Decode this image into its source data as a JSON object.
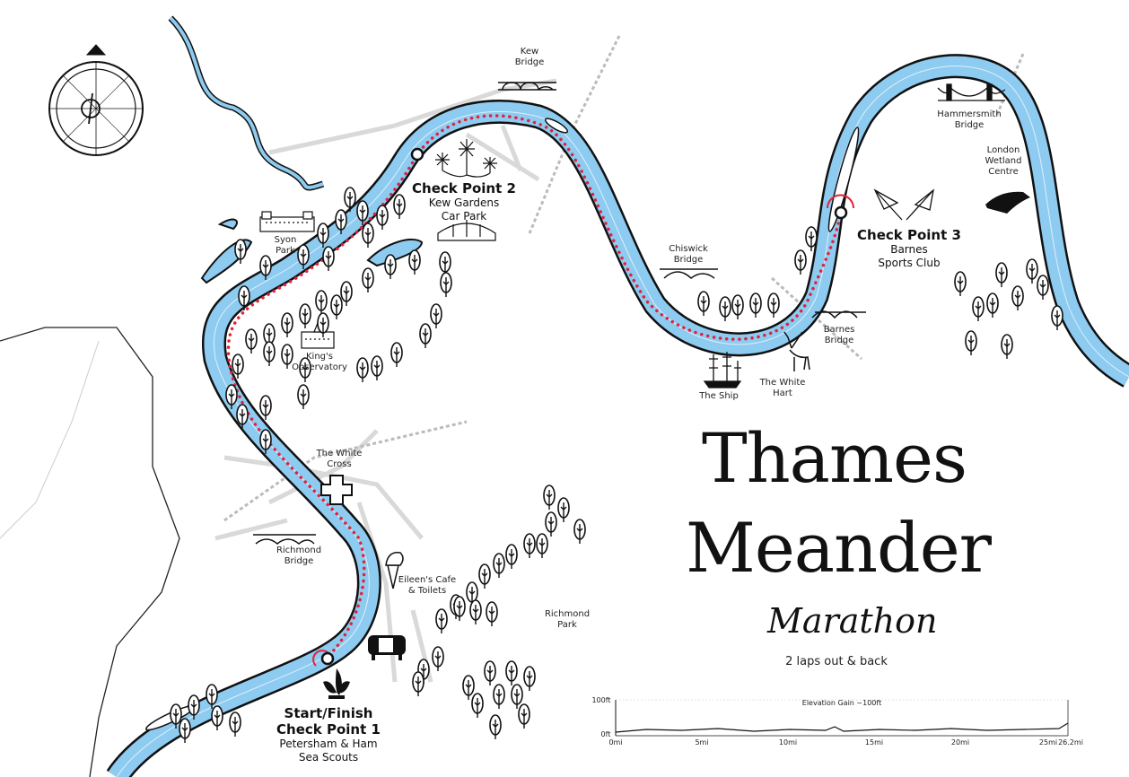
{
  "title": {
    "line1": "Thames",
    "line2": "Meander",
    "line3": "Marathon",
    "subtitle": "2 laps out & back"
  },
  "checkpoints": {
    "cp1": {
      "title_a": "Start/Finish",
      "title_b": "Check Point 1",
      "place_a": "Petersham & Ham",
      "place_b": "Sea Scouts"
    },
    "cp2": {
      "title": "Check Point 2",
      "place_a": "Kew Gardens",
      "place_b": "Car Park"
    },
    "cp3": {
      "title": "Check Point 3",
      "place_a": "Barnes",
      "place_b": "Sports Club"
    }
  },
  "places": {
    "kew_bridge": [
      "Kew",
      "Bridge"
    ],
    "syon_park": [
      "Syon",
      "Park"
    ],
    "kings_observatory": [
      "King's",
      "Observatory"
    ],
    "chiswick_bridge": [
      "Chiswick",
      "Bridge"
    ],
    "hammersmith_bridge": [
      "Hammersmith",
      "Bridge"
    ],
    "london_wetland": [
      "London",
      "Wetland",
      "Centre"
    ],
    "barnes_bridge": [
      "Barnes",
      "Bridge"
    ],
    "the_ship": "The Ship",
    "the_white_hart": [
      "The White",
      "Hart"
    ],
    "the_white_cross": [
      "The White",
      "Cross"
    ],
    "richmond_bridge": [
      "Richmond",
      "Bridge"
    ],
    "eileens_cafe": [
      "Eileen's Cafe",
      "& Toilets"
    ],
    "richmond_park": [
      "Richmond",
      "Park"
    ]
  },
  "elevation": {
    "caption": "Elevation Gain ~100ft",
    "y_ticks": [
      "100ft",
      "0ft"
    ],
    "x_ticks": [
      "0mi",
      "5mi",
      "10mi",
      "15mi",
      "20mi",
      "25mi",
      "26.2mi"
    ]
  },
  "colors": {
    "river": "#8ecbf0",
    "route": "#e0223a",
    "ink": "#111111"
  }
}
